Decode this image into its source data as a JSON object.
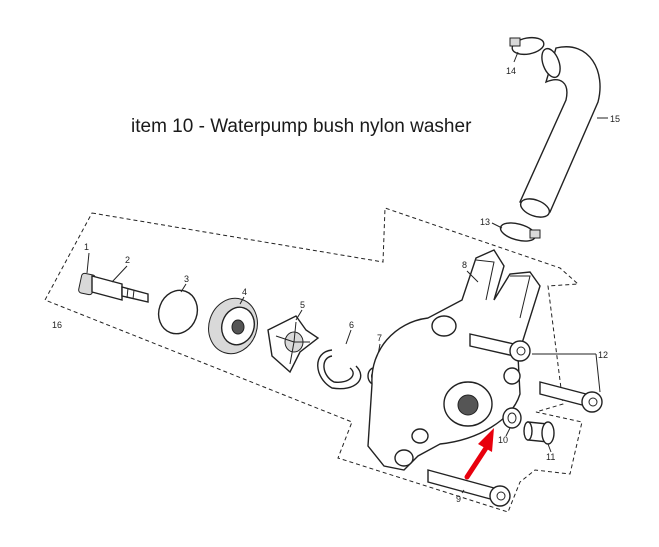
{
  "caption": "item 10 - Waterpump bush nylon washer",
  "highlight_color": "#e8000d",
  "callouts": {
    "c1": "1",
    "c2": "2",
    "c3": "3",
    "c4": "4",
    "c5": "5",
    "c6": "6",
    "c7": "7",
    "c8": "8",
    "c9": "9",
    "c10": "10",
    "c11": "11",
    "c12": "12",
    "c13": "13",
    "c14": "14",
    "c15": "15",
    "c16": "16"
  }
}
